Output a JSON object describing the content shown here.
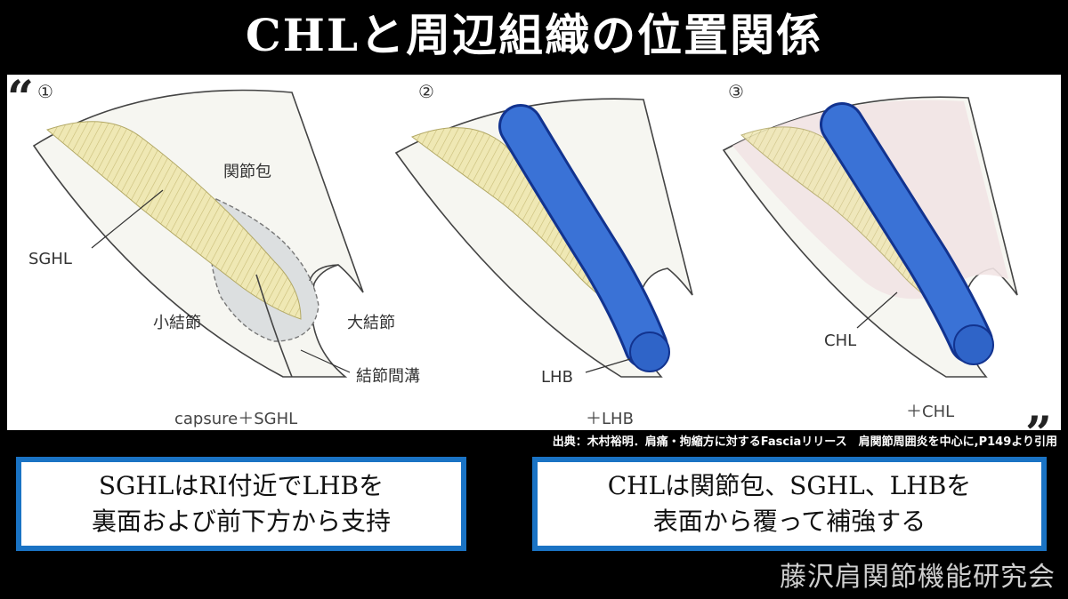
{
  "title": "CHLと周辺組織の位置関係",
  "diagram": {
    "quote_open": "“",
    "quote_close": "”",
    "panels": [
      {
        "number": "①",
        "caption": "capsure＋SGHL",
        "labels": {
          "capsule": "関節包",
          "sghl": "SGHL",
          "lesser": "小結節",
          "greater": "大結節",
          "groove": "結節間溝"
        }
      },
      {
        "number": "②",
        "caption": "＋LHB",
        "labels": {
          "lhb": "LHB"
        }
      },
      {
        "number": "③",
        "caption": "＋CHL",
        "labels": {
          "chl": "CHL"
        }
      }
    ],
    "colors": {
      "lhb": "#3a72d6",
      "lhb_edge": "#12338f",
      "sghl": "#ece4a8",
      "chl": "#f2e4e4",
      "groove_shade": "#dde0e1"
    }
  },
  "citation": "出典：木村裕明．肩痛・拘縮方に対するFasciaリリース　肩関節周囲炎を中心に,P149より引用",
  "boxes": [
    {
      "line1": "SGHLはRI付近でLHBを",
      "line2": "裏面および前下方から支持"
    },
    {
      "line1": "CHLは関節包、SGHL、LHBを",
      "line2": "表面から覆って補強する"
    }
  ],
  "footer": "藤沢肩関節機能研究会"
}
